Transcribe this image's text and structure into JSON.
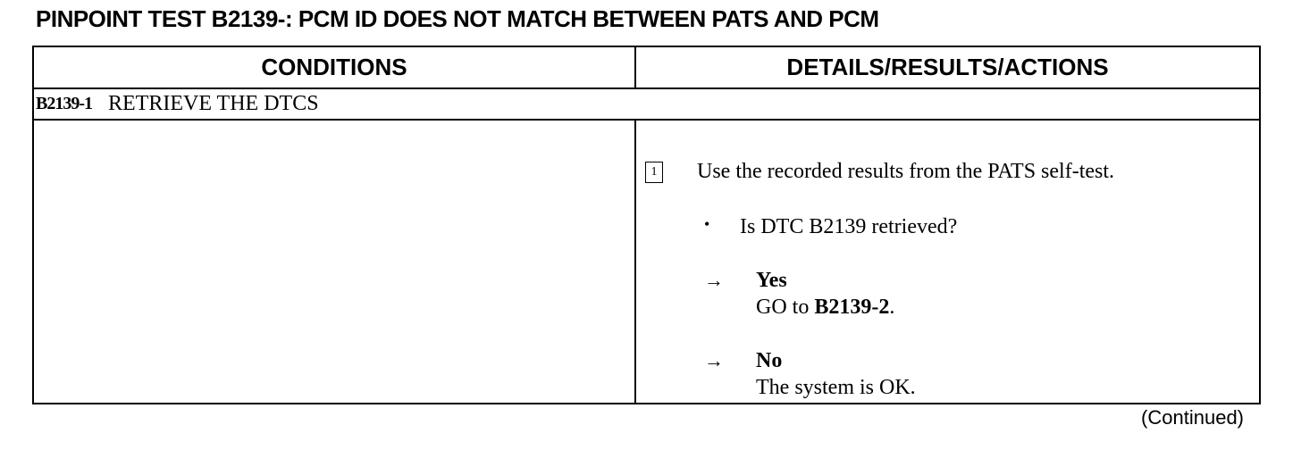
{
  "title": "PINPOINT TEST B2139-:  PCM ID DOES NOT MATCH BETWEEN PATS AND PCM",
  "table": {
    "header_conditions": "CONDITIONS",
    "header_details": "DETAILS/RESULTS/ACTIONS",
    "step": {
      "id": "B2139-1",
      "title": "RETRIEVE THE DTCS",
      "number": "1",
      "instruction": "Use the recorded results from the PATS self-test.",
      "question": "Is DTC B2139 retrieved?",
      "bullet": "•",
      "arrow": "→",
      "yes_label": "Yes",
      "yes_prefix": "GO to ",
      "yes_target": "B2139-2",
      "yes_suffix": ".",
      "no_label": "No",
      "no_text": "The system is OK."
    }
  },
  "footer": {
    "continued": "(Continued)"
  }
}
